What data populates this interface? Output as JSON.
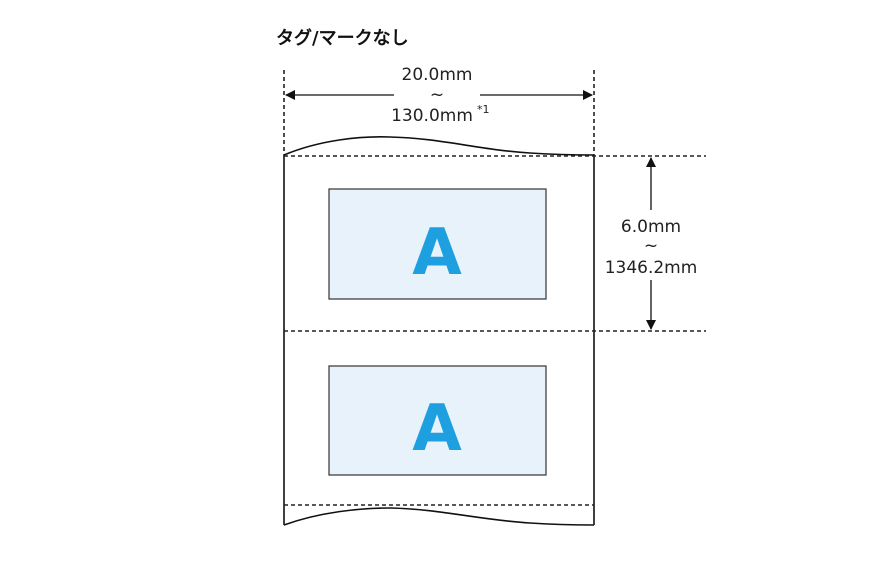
{
  "title": "タグ/マークなし",
  "width_dimension": {
    "min": "20.0mm",
    "separator": "~",
    "max": "130.0mm",
    "note": "*1"
  },
  "pitch_dimension": {
    "min": "6.0mm",
    "separator": "~",
    "max": "1346.2mm"
  },
  "labels": [
    {
      "text": "A"
    },
    {
      "text": "A"
    }
  ],
  "colors": {
    "label_fill": "#e8f2fb",
    "letter": "#1ea0e0",
    "line": "#222222"
  }
}
